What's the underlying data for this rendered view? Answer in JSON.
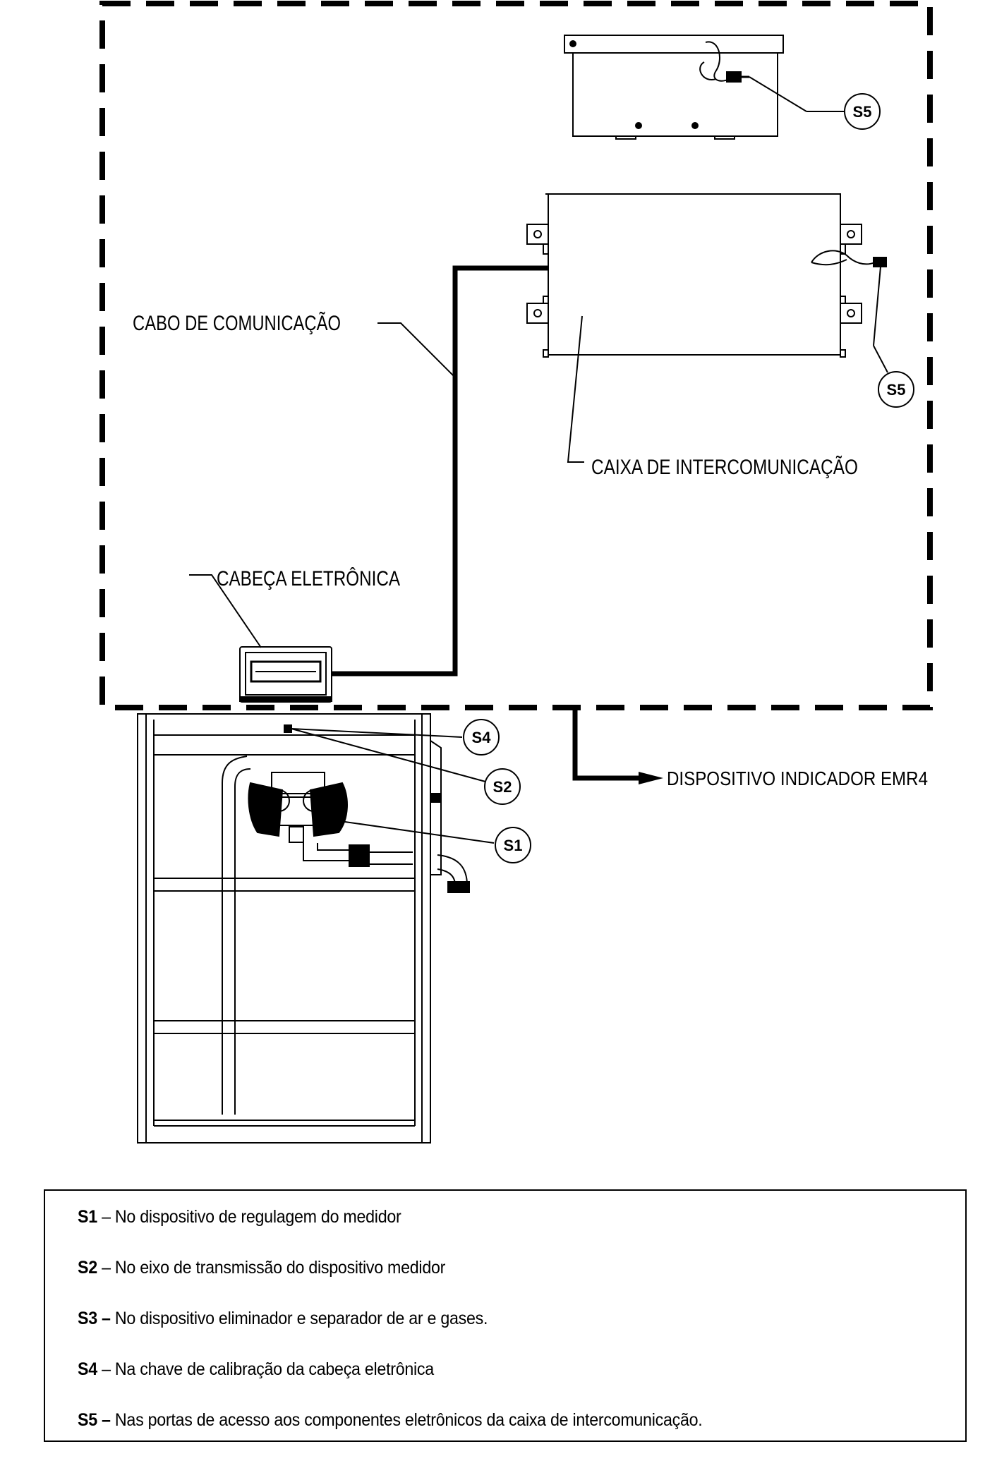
{
  "labels": {
    "cabo": "CABO DE COMUNICAÇÃO",
    "caixa": "CAIXA DE INTERCOMUNICAÇÃO",
    "cabeca": "CABEÇA ELETRÔNICA",
    "dispositivo": "DISPOSITIVO INDICADOR EMR4"
  },
  "callouts": {
    "s5_top": "S5",
    "s5_right": "S5",
    "s4": "S4",
    "s2": "S2",
    "s1": "S1"
  },
  "legend": [
    {
      "code": "S1",
      "sep": " – ",
      "text": "No dispositivo de regulagem do medidor"
    },
    {
      "code": "S2",
      "sep": " – ",
      "text": "No eixo de transmissão do dispositivo medidor"
    },
    {
      "code": "S3 –",
      "sep": " ",
      "text": "No dispositivo eliminador e separador de ar e gases."
    },
    {
      "code": "S4",
      "sep": " – ",
      "text": "Na chave de calibração da cabeça eletrônica"
    },
    {
      "code": "S5 –",
      "sep": " ",
      "text": "Nas portas de acesso aos componentes eletrônicos da caixa de intercomunicação."
    }
  ]
}
